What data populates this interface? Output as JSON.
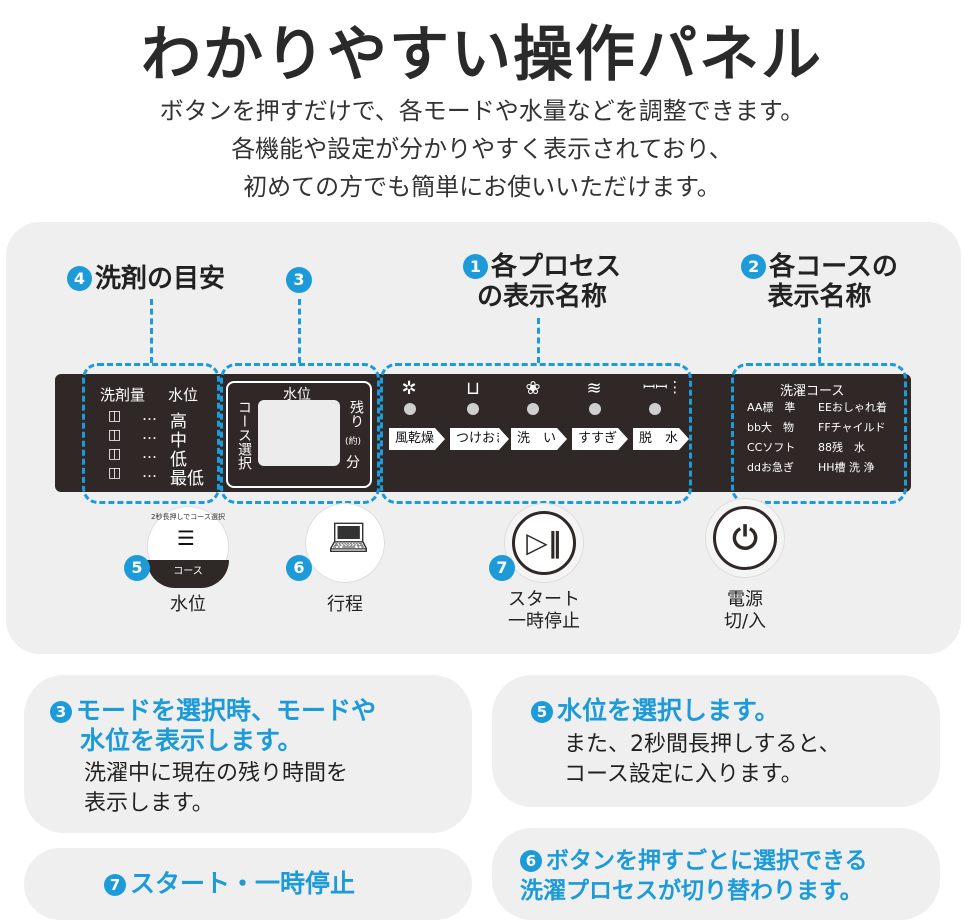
{
  "header": {
    "title": "わかりやすい操作パネル",
    "lines": [
      "ボタンを押すだけで、各モードや水量などを調整できます。",
      "各機能や設定が分かりやすく表示されており、",
      "初めての方でも簡単にお使いいただけます。"
    ]
  },
  "callouts": {
    "c4": {
      "num": "4",
      "text": "洗剤の目安"
    },
    "c3": {
      "num": "3"
    },
    "c1": {
      "num": "1",
      "line1": "各プロセス",
      "line2": "の表示名称"
    },
    "c2": {
      "num": "2",
      "line1": "各コースの",
      "line2": "表示名称"
    }
  },
  "panel": {
    "detergent_header": "洗剤量",
    "water_header": "水位",
    "levels": [
      "高",
      "中",
      "低",
      "最低"
    ],
    "dots": "…",
    "lcd_title": "水位",
    "lcd_left": "コース選択",
    "lcd_right": "残り",
    "lcd_approx": "(約)",
    "lcd_min": "分",
    "processes": [
      "風乾燥",
      "つけおき",
      "洗　い",
      "すすぎ",
      "脱　水"
    ],
    "course_title": "洗濯コース",
    "courses": [
      [
        "AA標　準",
        "EEおしゃれ着"
      ],
      [
        "bb大　物",
        "FFチャイルド"
      ],
      [
        "CCソフト",
        "88残　水"
      ],
      [
        "ddお急ぎ",
        "HH槽 洗 浄"
      ]
    ]
  },
  "buttons": {
    "water": {
      "num": "5",
      "arc_text": "2秒長押しでコース選択",
      "inner_label": "コース",
      "caption": "水位"
    },
    "process": {
      "num": "6",
      "caption": "行程"
    },
    "start": {
      "num": "7",
      "caption1": "スタート",
      "caption2": "一時停止"
    },
    "power": {
      "caption1": "電源",
      "caption2": "切/入"
    }
  },
  "cards": {
    "card3": {
      "num": "3",
      "title1": "モードを選択時、モードや",
      "title2": "水位を表示します。",
      "body1": "洗濯中に現在の残り時間を",
      "body2": "表示します。"
    },
    "card5": {
      "num": "5",
      "title": "水位を選択します。",
      "body1": "また、2秒間長押しすると、",
      "body2": "コース設定に入ります。"
    },
    "card7": {
      "num": "7",
      "title": "スタート・一時停止"
    },
    "card6": {
      "num": "6",
      "title1": "ボタンを押すごとに選択できる",
      "title2": "洗濯プロセスが切り替わります。"
    }
  },
  "colors": {
    "accent": "#1c9bd8",
    "device": "#2f2827",
    "panel_bg": "#efefef"
  },
  "icons": [
    "wind-icon",
    "soak-icon",
    "wash-icon",
    "rinse-icon",
    "spin-icon",
    "play-pause-icon",
    "power-icon",
    "laptop-icon",
    "water-level-icon",
    "detergent-cup-icon"
  ]
}
